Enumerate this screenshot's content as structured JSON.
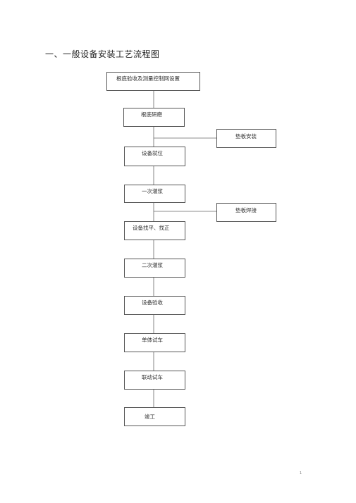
{
  "document": {
    "title": "一、一般设备安装工艺流程图",
    "page_number": "1"
  },
  "flowchart": {
    "main_steps": [
      {
        "label": "根底验收及测量控制网设置"
      },
      {
        "label": "根底研磨"
      },
      {
        "label": "设备就位"
      },
      {
        "label": "一次灌浆"
      },
      {
        "label": "设备找平、找正"
      },
      {
        "label": "二次灌浆"
      },
      {
        "label": "设备验收"
      },
      {
        "label": "单体试车"
      },
      {
        "label": "联动试车"
      },
      {
        "label": "竣工"
      }
    ],
    "side_steps": [
      {
        "label": "垫板安装"
      },
      {
        "label": "垫板焊接"
      }
    ],
    "line_color": "#666666",
    "border_color": "#555555"
  }
}
